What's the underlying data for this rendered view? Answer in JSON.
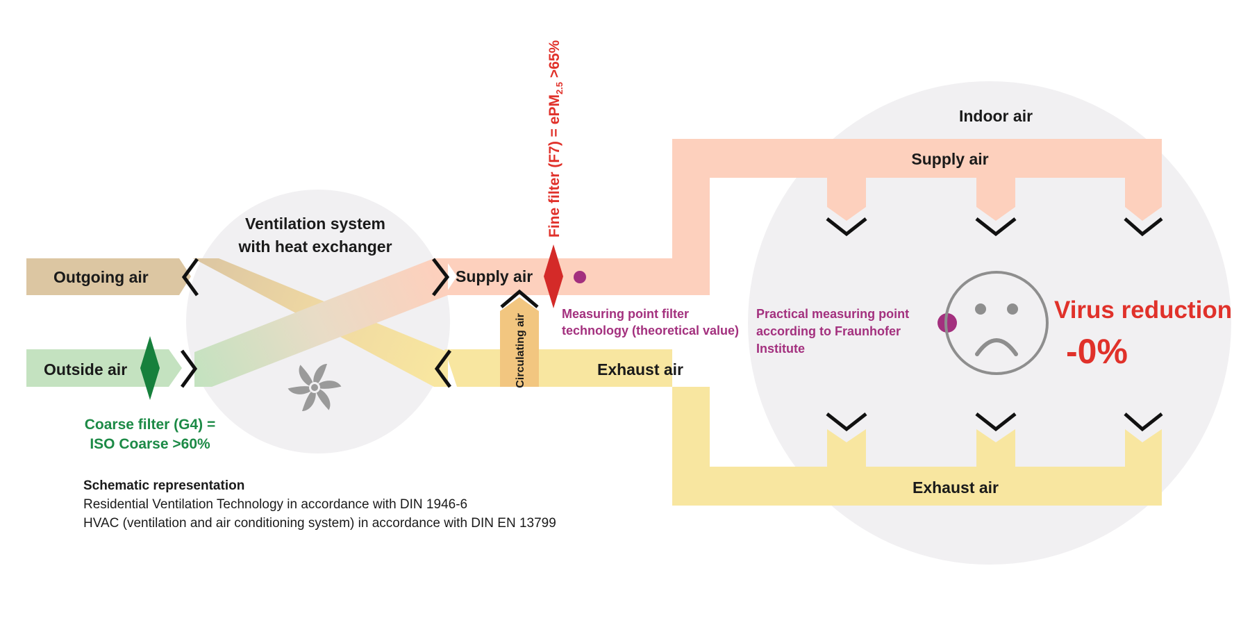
{
  "labels": {
    "indoor_air": "Indoor air",
    "supply_air_indoor": "Supply air",
    "exhaust_air_indoor": "Exhaust air",
    "ventilation_line1": "Ventilation system",
    "ventilation_line2": "with heat exchanger",
    "outgoing_air": "Outgoing air",
    "outside_air": "Outside air",
    "supply_air": "Supply air",
    "exhaust_air": "Exhaust air",
    "circulating_air": "Circulating air",
    "fine_filter_prefix": "Fine filter (F7) = ePM",
    "fine_filter_sub": "2.5",
    "fine_filter_suffix": " >65%",
    "coarse_filter_line1": "Coarse filter (G4) =",
    "coarse_filter_line2": "ISO Coarse >60%",
    "measuring_point_line1": "Measuring point filter",
    "measuring_point_line2": "technology (theoretical value)",
    "practical_point_line1": "Practical measuring point",
    "practical_point_line2": "according to Fraunhofer",
    "practical_point_line3": "Institute",
    "virus_reduction": "Virus reduction",
    "virus_value": "-0%"
  },
  "notes": {
    "title": "Schematic representation",
    "line1": "Residential Ventilation Technology in accordance with DIN 1946-6",
    "line2": "HVAC (ventilation and air conditioning system) in accordance with DIN EN 13799"
  },
  "icons": [
    "fan-icon",
    "sad-face-icon",
    "filter-diamond-icon",
    "measuring-point-dot-icon"
  ],
  "colors": {
    "supply": "#fdd0bd",
    "exhaust": "#f8e6a0",
    "outgoing": "#dcc6a2",
    "outside": "#c4e2c0",
    "circulating": "#f2c680",
    "circle": "#f1f0f2",
    "fine_filter": "#d42a28",
    "coarse_filter": "#16803c",
    "measuring_point": "#a3307e",
    "virus_text": "#e0312a"
  }
}
